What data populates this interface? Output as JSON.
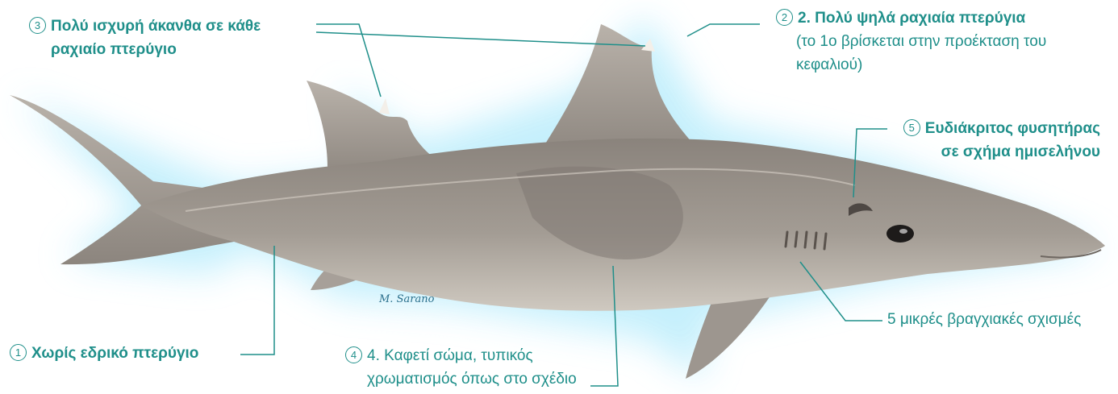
{
  "callouts": {
    "c1": {
      "number": "1",
      "title": "Χωρίς εδρικό πτερύγιο"
    },
    "c2": {
      "number": "2",
      "title": "2. Πολύ ψηλά ραχιαία πτερύγια",
      "line2": "(το 1ο βρίσκεται στην προέκταση του",
      "line3": "κεφαλιού)"
    },
    "c3": {
      "number": "3",
      "line1": "Πολύ ισχυρή άκανθα σε κάθε",
      "line2": "ραχιαίο πτερύγιο"
    },
    "c4": {
      "number": "4",
      "line1": "4. Καφετί σώμα, τυπικός",
      "line2": "χρωματισμός όπως στο σχέδιο"
    },
    "c5": {
      "number": "5",
      "line1": "Ευδιάκριτος φυσητήρας",
      "line2": "σε σχήμα ημισελήνου"
    },
    "gills": {
      "text": "5 μικρές βραγχιακές σχισμές"
    }
  },
  "signature": "M. Sarano",
  "colors": {
    "accent": "#1f8f8a",
    "glow": "#bfeefc",
    "body": "#9c958e",
    "belly": "#d9d4cc"
  }
}
